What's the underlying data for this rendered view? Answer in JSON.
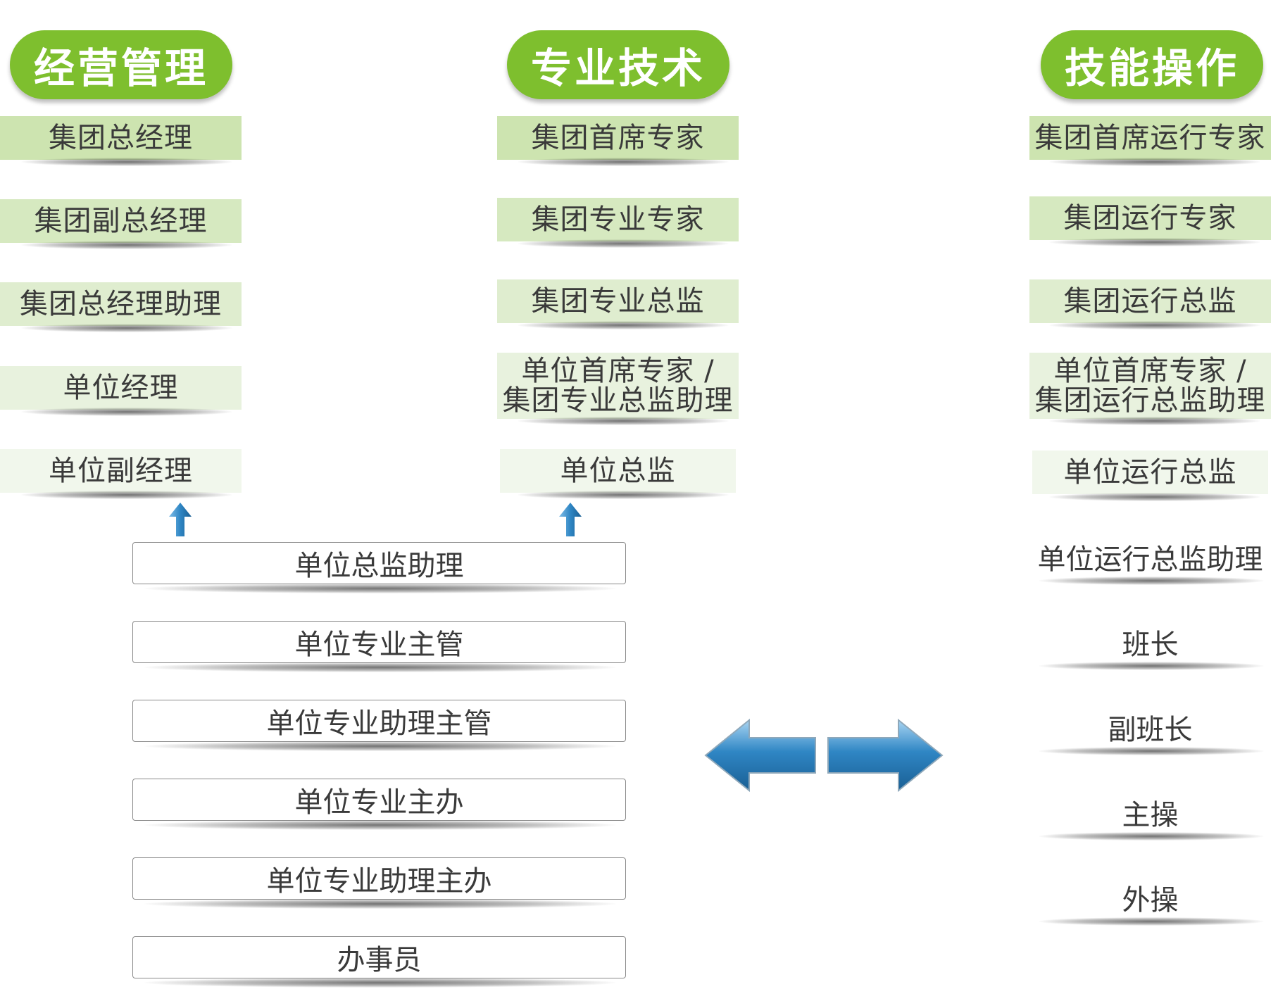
{
  "headers": {
    "management": "经营管理",
    "technical": "专业技术",
    "skills": "技能操作"
  },
  "management_ladder": [
    "集团总经理",
    "集团副总经理",
    "集团总经理助理",
    "单位经理",
    "单位副经理"
  ],
  "technical_ladder": [
    "集团首席专家",
    "集团专业专家",
    "集团专业总监",
    "单位首席专家 /",
    "集团专业总监助理",
    "单位总监"
  ],
  "skills_ladder": [
    "集团首席运行专家",
    "集团运行专家",
    "集团运行总监",
    "单位首席专家 /",
    "集团运行总监助理",
    "单位运行总监",
    "单位运行总监助理",
    "班长",
    "副班长",
    "主操",
    "外操"
  ],
  "shared_base": [
    "单位总监助理",
    "单位专业主管",
    "单位专业助理主管",
    "单位专业主办",
    "单位专业助理主办",
    "办事员"
  ],
  "colors": {
    "header_green": "#7ebf2e",
    "arrow_blue": "#2f86c4"
  },
  "icons": [
    "up-arrow-icon",
    "up-arrow-icon",
    "double-arrow-icon"
  ]
}
